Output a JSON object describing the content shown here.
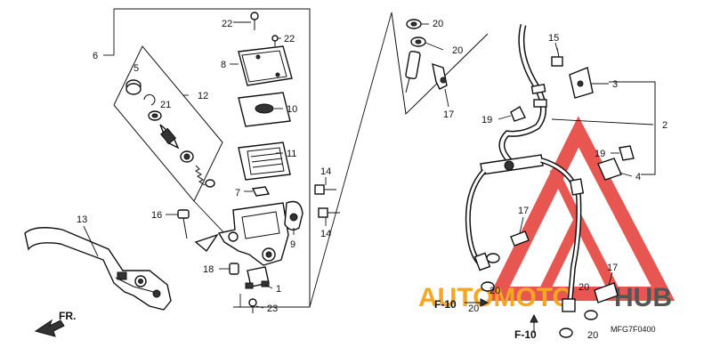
{
  "callouts": [
    {
      "id": "c22a",
      "text": "22"
    },
    {
      "id": "c22b",
      "text": "22"
    },
    {
      "id": "c6",
      "text": "6"
    },
    {
      "id": "c5",
      "text": "5"
    },
    {
      "id": "c8",
      "text": "8"
    },
    {
      "id": "c12",
      "text": "12"
    },
    {
      "id": "c21",
      "text": "21"
    },
    {
      "id": "c10",
      "text": "10"
    },
    {
      "id": "c11",
      "text": "11"
    },
    {
      "id": "c14a",
      "text": "14"
    },
    {
      "id": "c7",
      "text": "7"
    },
    {
      "id": "c14b",
      "text": "14"
    },
    {
      "id": "c16",
      "text": "16"
    },
    {
      "id": "c13",
      "text": "13"
    },
    {
      "id": "c9",
      "text": "9"
    },
    {
      "id": "c18",
      "text": "18"
    },
    {
      "id": "c1",
      "text": "1"
    },
    {
      "id": "c23",
      "text": "23"
    },
    {
      "id": "c20a",
      "text": "20"
    },
    {
      "id": "c20b",
      "text": "20"
    },
    {
      "id": "c17a",
      "text": "17"
    },
    {
      "id": "c15",
      "text": "15"
    },
    {
      "id": "c3",
      "text": "3"
    },
    {
      "id": "c19a",
      "text": "19"
    },
    {
      "id": "c2",
      "text": "2"
    },
    {
      "id": "c19b",
      "text": "19"
    },
    {
      "id": "c4",
      "text": "4"
    },
    {
      "id": "c17b",
      "text": "17"
    },
    {
      "id": "c17c",
      "text": "17"
    },
    {
      "id": "c20c",
      "text": "20"
    },
    {
      "id": "c20d",
      "text": "20"
    },
    {
      "id": "c20e",
      "text": "20"
    },
    {
      "id": "c20f",
      "text": "20"
    }
  ],
  "references": {
    "f10_a": "F-10",
    "f10_b": "F-10",
    "front_arrow": "FR."
  },
  "diagram_code": "MFG7F0400",
  "watermark": {
    "part1": "AUTOMOTO",
    "part2": "HUB",
    "color_orange": "#f5a623",
    "color_red": "#e53935",
    "color_dark": "#555555"
  }
}
